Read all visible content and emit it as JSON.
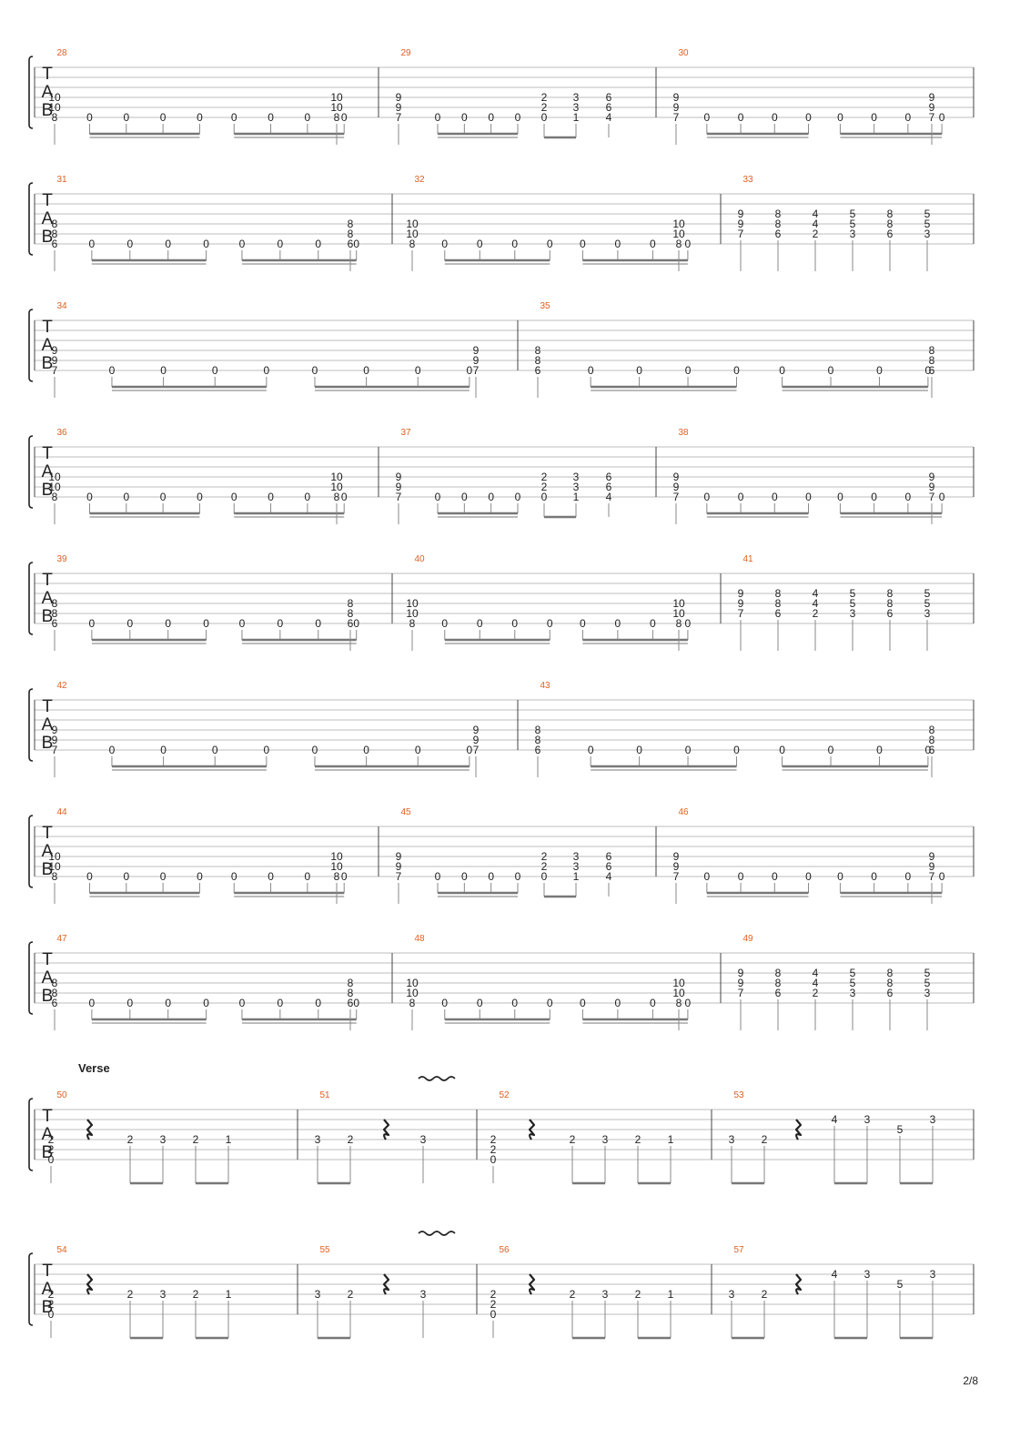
{
  "page": {
    "number_label": "2/8"
  },
  "colors": {
    "measure_number": "#e0601f",
    "staff_line": "#bdbdbd",
    "text": "#222222"
  },
  "tab_clef": [
    "T",
    "A",
    "B"
  ],
  "rows": [
    {
      "measures": [
        {
          "number": "28",
          "pattern": "A",
          "chord_start": [
            "10",
            "10",
            "8"
          ],
          "chord_end": [
            "10",
            "10",
            "8"
          ]
        },
        {
          "number": "29",
          "pattern": "B",
          "chord_start": [
            "9",
            "9",
            "7"
          ],
          "chords_mid": [
            [
              "2",
              "2",
              "0"
            ],
            [
              "3",
              "3",
              "1"
            ],
            [
              "6",
              "6",
              "4"
            ]
          ]
        },
        {
          "number": "30",
          "pattern": "A",
          "chord_start": [
            "9",
            "9",
            "7"
          ],
          "chord_end": [
            "9",
            "9",
            "7"
          ]
        }
      ]
    },
    {
      "measures": [
        {
          "number": "31",
          "pattern": "A",
          "chord_start": [
            "8",
            "8",
            "6"
          ],
          "chord_end": [
            "8",
            "8",
            "6"
          ]
        },
        {
          "number": "32",
          "pattern": "A",
          "chord_start": [
            "10",
            "10",
            "8"
          ],
          "chord_end": [
            "10",
            "10",
            "8"
          ]
        },
        {
          "number": "33",
          "pattern": "C",
          "chords": [
            [
              "9",
              "9",
              "7"
            ],
            [
              "8",
              "8",
              "6"
            ],
            [
              "4",
              "4",
              "2"
            ],
            [
              "5",
              "5",
              "3"
            ],
            [
              "8",
              "8",
              "6"
            ],
            [
              "5",
              "5",
              "3"
            ]
          ]
        }
      ]
    },
    {
      "measures": [
        {
          "number": "34",
          "pattern": "A",
          "chord_start": [
            "9",
            "9",
            "7"
          ],
          "chord_end": [
            "9",
            "9",
            "7"
          ]
        },
        {
          "number": "35",
          "pattern": "A",
          "chord_start": [
            "8",
            "8",
            "6"
          ],
          "chord_end": [
            "8",
            "8",
            "6"
          ]
        }
      ]
    },
    {
      "measures": [
        {
          "number": "36",
          "pattern": "A",
          "chord_start": [
            "10",
            "10",
            "8"
          ],
          "chord_end": [
            "10",
            "10",
            "8"
          ]
        },
        {
          "number": "37",
          "pattern": "B",
          "chord_start": [
            "9",
            "9",
            "7"
          ],
          "chords_mid": [
            [
              "2",
              "2",
              "0"
            ],
            [
              "3",
              "3",
              "1"
            ],
            [
              "6",
              "6",
              "4"
            ]
          ]
        },
        {
          "number": "38",
          "pattern": "A",
          "chord_start": [
            "9",
            "9",
            "7"
          ],
          "chord_end": [
            "9",
            "9",
            "7"
          ]
        }
      ]
    },
    {
      "measures": [
        {
          "number": "39",
          "pattern": "A",
          "chord_start": [
            "8",
            "8",
            "6"
          ],
          "chord_end": [
            "8",
            "8",
            "6"
          ]
        },
        {
          "number": "40",
          "pattern": "A",
          "chord_start": [
            "10",
            "10",
            "8"
          ],
          "chord_end": [
            "10",
            "10",
            "8"
          ]
        },
        {
          "number": "41",
          "pattern": "C",
          "chords": [
            [
              "9",
              "9",
              "7"
            ],
            [
              "8",
              "8",
              "6"
            ],
            [
              "4",
              "4",
              "2"
            ],
            [
              "5",
              "5",
              "3"
            ],
            [
              "8",
              "8",
              "6"
            ],
            [
              "5",
              "5",
              "3"
            ]
          ]
        }
      ]
    },
    {
      "measures": [
        {
          "number": "42",
          "pattern": "A",
          "chord_start": [
            "9",
            "9",
            "7"
          ],
          "chord_end": [
            "9",
            "9",
            "7"
          ]
        },
        {
          "number": "43",
          "pattern": "A",
          "chord_start": [
            "8",
            "8",
            "6"
          ],
          "chord_end": [
            "8",
            "8",
            "6"
          ]
        }
      ]
    },
    {
      "measures": [
        {
          "number": "44",
          "pattern": "A",
          "chord_start": [
            "10",
            "10",
            "8"
          ],
          "chord_end": [
            "10",
            "10",
            "8"
          ]
        },
        {
          "number": "45",
          "pattern": "B",
          "chord_start": [
            "9",
            "9",
            "7"
          ],
          "chords_mid": [
            [
              "2",
              "2",
              "0"
            ],
            [
              "3",
              "3",
              "1"
            ],
            [
              "6",
              "6",
              "4"
            ]
          ]
        },
        {
          "number": "46",
          "pattern": "A",
          "chord_start": [
            "9",
            "9",
            "7"
          ],
          "chord_end": [
            "9",
            "9",
            "7"
          ]
        }
      ]
    },
    {
      "measures": [
        {
          "number": "47",
          "pattern": "A",
          "chord_start": [
            "8",
            "8",
            "6"
          ],
          "chord_end": [
            "8",
            "8",
            "6"
          ]
        },
        {
          "number": "48",
          "pattern": "A",
          "chord_start": [
            "10",
            "10",
            "8"
          ],
          "chord_end": [
            "10",
            "10",
            "8"
          ]
        },
        {
          "number": "49",
          "pattern": "C",
          "chords": [
            [
              "9",
              "9",
              "7"
            ],
            [
              "8",
              "8",
              "6"
            ],
            [
              "4",
              "4",
              "2"
            ],
            [
              "5",
              "5",
              "3"
            ],
            [
              "8",
              "8",
              "6"
            ],
            [
              "5",
              "5",
              "3"
            ]
          ]
        }
      ]
    },
    {
      "section_label": "Verse",
      "measures": [
        {
          "number": "50",
          "pattern": "V1",
          "chord": [
            "2",
            "2",
            "0"
          ],
          "notes": [
            "2",
            "3",
            "2",
            "1"
          ]
        },
        {
          "number": "51",
          "pattern": "V2",
          "notes": [
            "3",
            "2",
            "3"
          ],
          "vibrato": true
        },
        {
          "number": "52",
          "pattern": "V1",
          "chord": [
            "2",
            "2",
            "0"
          ],
          "notes": [
            "2",
            "3",
            "2",
            "1"
          ]
        },
        {
          "number": "53",
          "pattern": "V3",
          "notes": [
            "3",
            "2",
            "4",
            "3",
            "5",
            "3"
          ]
        }
      ]
    },
    {
      "measures": [
        {
          "number": "54",
          "pattern": "V1",
          "chord": [
            "2",
            "2",
            "0"
          ],
          "notes": [
            "2",
            "3",
            "2",
            "1"
          ]
        },
        {
          "number": "55",
          "pattern": "V2",
          "notes": [
            "3",
            "2",
            "3"
          ],
          "vibrato": true
        },
        {
          "number": "56",
          "pattern": "V1",
          "chord": [
            "2",
            "2",
            "0"
          ],
          "notes": [
            "2",
            "3",
            "2",
            "1"
          ]
        },
        {
          "number": "57",
          "pattern": "V3",
          "notes": [
            "3",
            "2",
            "4",
            "3",
            "5",
            "3"
          ]
        }
      ]
    }
  ],
  "palm_eighths": [
    "0",
    "0",
    "0",
    "0",
    "0",
    "0",
    "0",
    "0"
  ],
  "muted_pair": [
    "0",
    "0",
    "0",
    "0"
  ]
}
